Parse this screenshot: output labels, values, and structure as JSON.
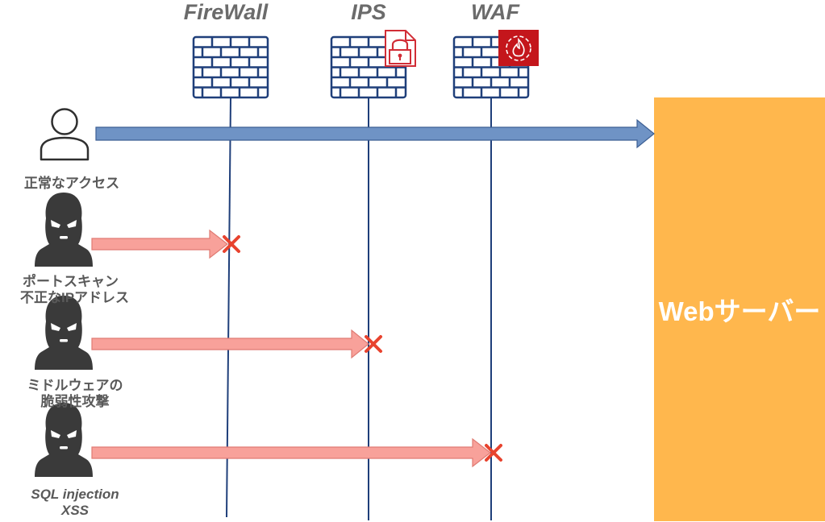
{
  "headers": {
    "firewall": "FireWall",
    "ips": "IPS",
    "waf": "WAF"
  },
  "server": {
    "label": "Webサーバー"
  },
  "actors": {
    "normal": {
      "label": "正常なアクセス"
    },
    "attack1": {
      "line1": "ポートスキャン",
      "line2": "不正なIPアドレス"
    },
    "attack2": {
      "line1": "ミドルウェアの",
      "line2": "脆弱性攻撃"
    },
    "attack3": {
      "line1": "SQL injection",
      "line2": "XSS"
    }
  },
  "colors": {
    "wall": "#1f3f7a",
    "normal_arrow": "#6f93c5",
    "attack_arrow": "#f8a19a",
    "block_mark": "#e8432e",
    "server": "#ffb74d",
    "ips_icon": "#d12d36",
    "waf_icon": "#c4161c"
  },
  "icons": [
    "brick-wall-icon",
    "lock-document-icon",
    "waf-shield-icon",
    "user-icon",
    "masked-attacker-icon",
    "block-x-icon"
  ]
}
